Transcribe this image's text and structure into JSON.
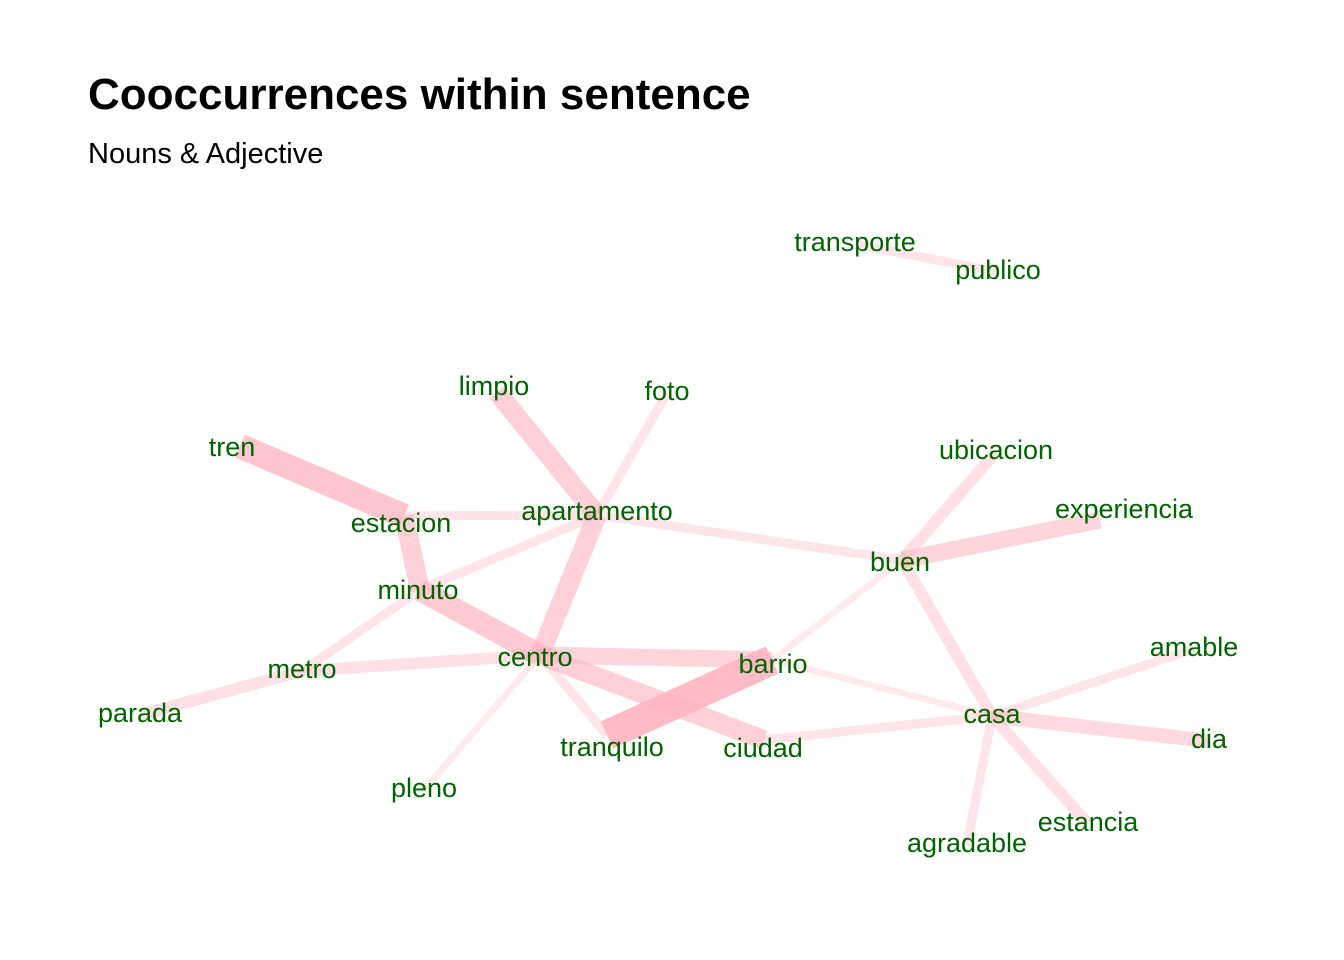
{
  "title": "Cooccurrences within sentence",
  "subtitle": "Nouns & Adjective",
  "colors": {
    "edge": "#ffb6c1",
    "label": "#006400"
  },
  "nodes": [
    {
      "id": "transporte",
      "label": "transporte"
    },
    {
      "id": "publico",
      "label": "publico"
    },
    {
      "id": "limpio",
      "label": "limpio"
    },
    {
      "id": "foto",
      "label": "foto"
    },
    {
      "id": "tren",
      "label": "tren"
    },
    {
      "id": "ubicacion",
      "label": "ubicacion"
    },
    {
      "id": "experiencia",
      "label": "experiencia"
    },
    {
      "id": "estacion",
      "label": "estacion"
    },
    {
      "id": "apartamento",
      "label": "apartamento"
    },
    {
      "id": "buen",
      "label": "buen"
    },
    {
      "id": "minuto",
      "label": "minuto"
    },
    {
      "id": "amable",
      "label": "amable"
    },
    {
      "id": "metro",
      "label": "metro"
    },
    {
      "id": "centro",
      "label": "centro"
    },
    {
      "id": "barrio",
      "label": "barrio"
    },
    {
      "id": "parada",
      "label": "parada"
    },
    {
      "id": "casa",
      "label": "casa"
    },
    {
      "id": "dia",
      "label": "dia"
    },
    {
      "id": "tranquilo",
      "label": "tranquilo"
    },
    {
      "id": "ciudad",
      "label": "ciudad"
    },
    {
      "id": "pleno",
      "label": "pleno"
    },
    {
      "id": "estancia",
      "label": "estancia"
    },
    {
      "id": "agradable",
      "label": "agradable"
    }
  ],
  "edges": [
    {
      "source": "barrio",
      "target": "tranquilo",
      "weight": 10
    },
    {
      "source": "tren",
      "target": "estacion",
      "weight": 8
    },
    {
      "source": "minuto",
      "target": "centro",
      "weight": 7
    },
    {
      "source": "limpio",
      "target": "apartamento",
      "weight": 6
    },
    {
      "source": "apartamento",
      "target": "centro",
      "weight": 6
    },
    {
      "source": "estacion",
      "target": "minuto",
      "weight": 6
    },
    {
      "source": "centro",
      "target": "ciudad",
      "weight": 6
    },
    {
      "source": "buen",
      "target": "experiencia",
      "weight": 5
    },
    {
      "source": "centro",
      "target": "barrio",
      "weight": 5
    },
    {
      "source": "casa",
      "target": "dia",
      "weight": 4
    },
    {
      "source": "buen",
      "target": "ubicacion",
      "weight": 3
    },
    {
      "source": "buen",
      "target": "casa",
      "weight": 3
    },
    {
      "source": "metro",
      "target": "centro",
      "weight": 3
    },
    {
      "source": "parada",
      "target": "metro",
      "weight": 3
    },
    {
      "source": "casa",
      "target": "estancia",
      "weight": 3
    },
    {
      "source": "apartamento",
      "target": "foto",
      "weight": 2
    },
    {
      "source": "apartamento",
      "target": "minuto",
      "weight": 2
    },
    {
      "source": "apartamento",
      "target": "buen",
      "weight": 2
    },
    {
      "source": "estacion",
      "target": "apartamento",
      "weight": 2
    },
    {
      "source": "minuto",
      "target": "metro",
      "weight": 2
    },
    {
      "source": "centro",
      "target": "tranquilo",
      "weight": 2
    },
    {
      "source": "casa",
      "target": "amable",
      "weight": 2
    },
    {
      "source": "casa",
      "target": "agradable",
      "weight": 2
    },
    {
      "source": "ciudad",
      "target": "casa",
      "weight": 2
    },
    {
      "source": "transporte",
      "target": "publico",
      "weight": 2
    },
    {
      "source": "centro",
      "target": "pleno",
      "weight": 1
    },
    {
      "source": "barrio",
      "target": "casa",
      "weight": 1
    },
    {
      "source": "barrio",
      "target": "buen",
      "weight": 1
    }
  ]
}
